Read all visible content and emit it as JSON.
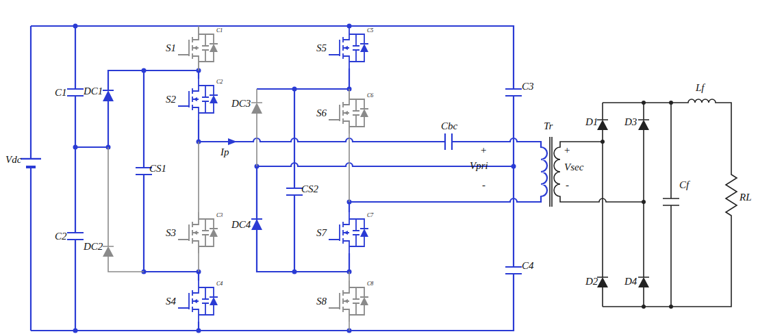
{
  "diagram": {
    "labels": [
      "Vdc",
      "C1",
      "C2",
      "S1",
      "C1",
      "S2",
      "C2",
      "DC1",
      "CS1",
      "DC2",
      "S3",
      "C3",
      "S4",
      "C4",
      "S5",
      "C5",
      "S6",
      "C6",
      "DC3",
      "CS2",
      "DC4",
      "S7",
      "C7",
      "S8",
      "C8",
      "C3",
      "C4",
      "Cbc",
      "Ip",
      "+",
      "Vpri",
      "-",
      "Tr",
      "+",
      "Vsec",
      "-",
      "D1",
      "D3",
      "D2",
      "D4",
      "Lf",
      "Cf",
      "RL"
    ]
  }
}
